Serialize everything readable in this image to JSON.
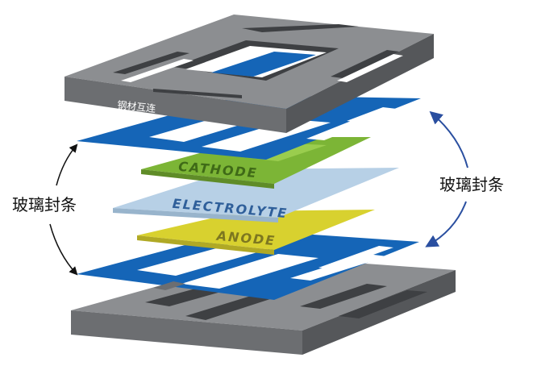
{
  "labels": {
    "interconnect": "钢材互连",
    "cathode": "CATHODE",
    "electrolyte": "ELECTROLYTE",
    "anode": "ANODE",
    "glass_seal_left": "玻璃封条",
    "glass_seal_right": "玻璃封条"
  },
  "colors": {
    "steel_top": "#8c8e91",
    "steel_front": "#6c6e71",
    "steel_side": "#55575a",
    "steel_dark": "#3e4043",
    "seal_blue": "#1565b7",
    "cathode_green": "#7cb536",
    "cathode_light": "#9acd4e",
    "electrolyte": "#b7d0e6",
    "anode_yellow": "#d8d12f",
    "arrow_blue": "#2a4fa0",
    "arrow_black": "#111111"
  }
}
